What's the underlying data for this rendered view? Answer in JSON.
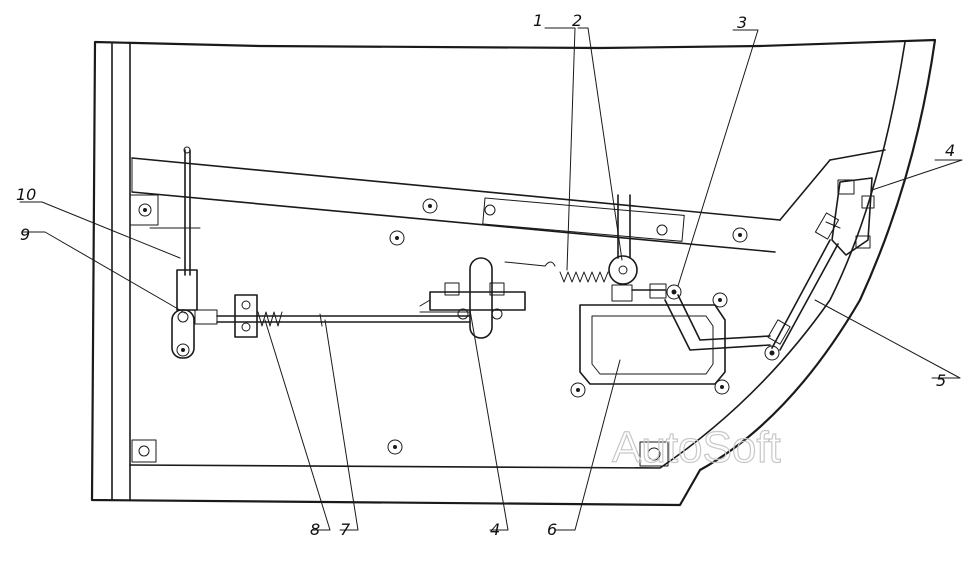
{
  "callouts": [
    {
      "id": "1",
      "label": "1"
    },
    {
      "id": "2",
      "label": "2"
    },
    {
      "id": "3",
      "label": "3"
    },
    {
      "id": "4a",
      "label": "4"
    },
    {
      "id": "5",
      "label": "5"
    },
    {
      "id": "4b",
      "label": "4"
    },
    {
      "id": "6",
      "label": "6"
    },
    {
      "id": "7",
      "label": "7"
    },
    {
      "id": "8",
      "label": "8"
    },
    {
      "id": "9",
      "label": "9"
    },
    {
      "id": "10",
      "label": "10"
    }
  ],
  "watermark": "AutoSoft"
}
